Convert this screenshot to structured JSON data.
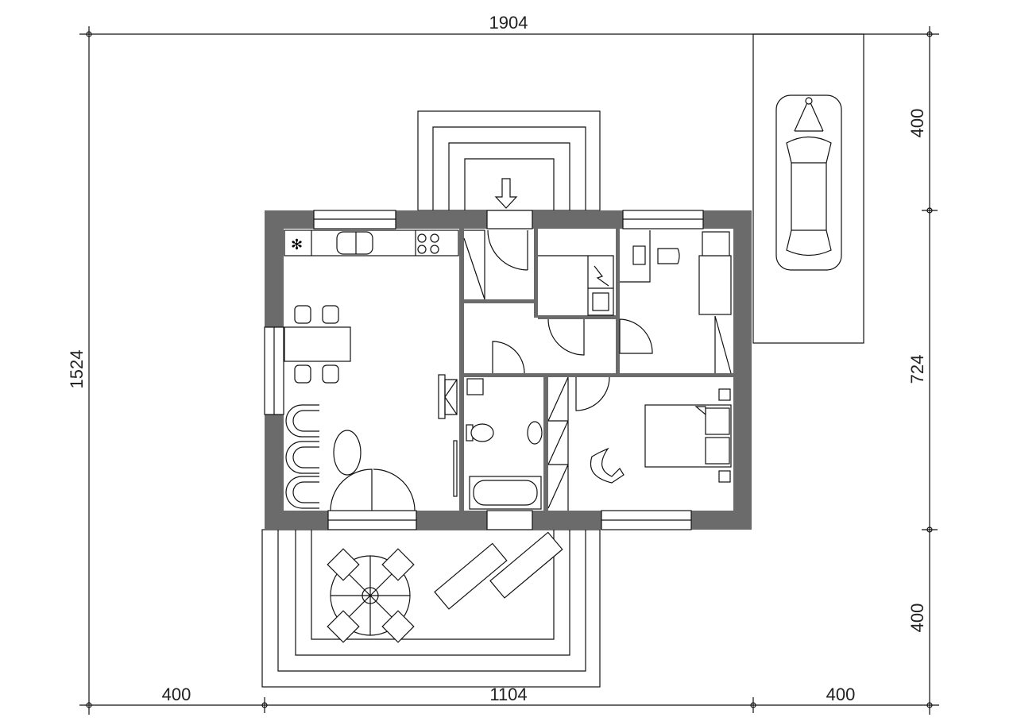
{
  "title": "Floor plan",
  "colors": {
    "wall": "#6b6b6b",
    "line": "#111111",
    "background": "#ffffff"
  },
  "dimensions": {
    "top_total": "1904",
    "left_total": "1524",
    "right": [
      "400",
      "724",
      "400"
    ],
    "bottom": [
      "400",
      "1104",
      "400"
    ]
  },
  "icons": [
    "entrance-arrow-icon",
    "car-icon",
    "fan-icon",
    "stove-icon",
    "sink-icon",
    "toilet-icon",
    "bathtub-icon",
    "bed-icon",
    "dining-set-icon",
    "lounger-icon",
    "armchair-icon"
  ]
}
